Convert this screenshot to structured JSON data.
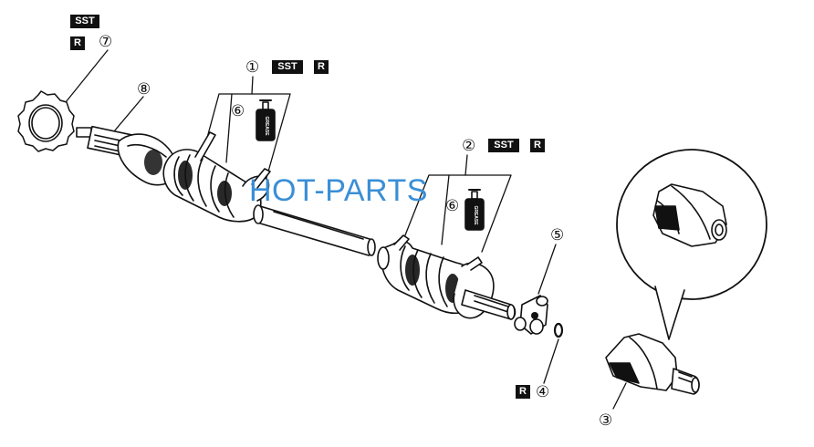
{
  "tags": {
    "sst_top": "SST",
    "r_top": "R",
    "sst_1": "SST",
    "r_1": "R",
    "sst_2": "SST",
    "r_2": "R",
    "r_4": "R"
  },
  "callouts": {
    "c1": "①",
    "c2": "②",
    "c3": "③",
    "c4": "④",
    "c5": "⑤",
    "c6a": "⑥",
    "c6b": "⑥",
    "c7": "⑦",
    "c8": "⑧"
  },
  "grease_label": "GREASE",
  "watermark": "HOT-PARTS",
  "colors": {
    "ink": "#111111",
    "watermark": "#3a8fd6",
    "paper": "#ffffff"
  }
}
